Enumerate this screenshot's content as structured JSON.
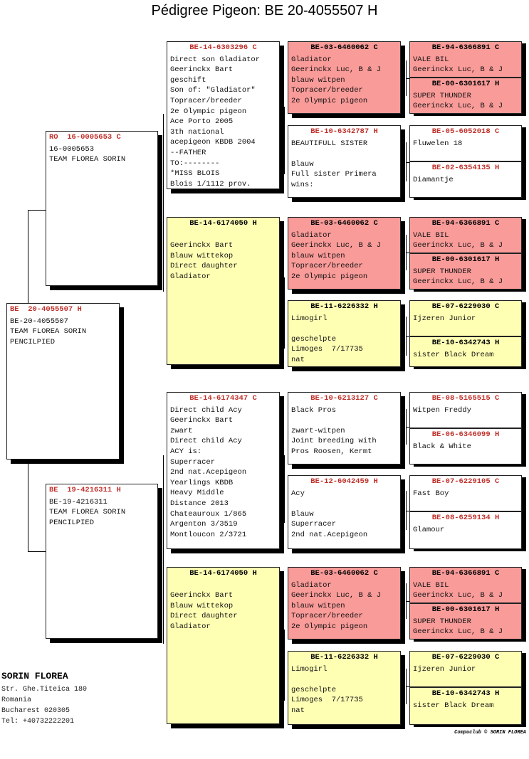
{
  "title": "Pédigree Pigeon: BE  20-4055507 H",
  "owner": {
    "name": "SORIN FLOREA",
    "lines": [
      "Str. Ghe.Titeica 180",
      "Romania",
      "Bucharest 020305",
      "Tel: +40732222201"
    ]
  },
  "copyright": "Compuclub © SORIN FLOREA",
  "colors": {
    "red_card": "#f99b99",
    "yellow_card": "#ffffb4",
    "header_red": "#c0302a"
  },
  "cards": [
    {
      "header": "BE  20-4055507 H",
      "color": "white",
      "lines": [
        "BE-20-4055507",
        "TEAM FLOREA SORIN",
        "PENCILPIED"
      ]
    },
    {
      "header": "RO  16-0005653 C",
      "color": "white",
      "lines": [
        "16-0005653",
        "TEAM FLOREA SORIN"
      ]
    },
    {
      "header": "BE  19-4216311 H",
      "color": "white",
      "lines": [
        "BE-19-4216311",
        "TEAM FLOREA SORIN",
        "PENCILPIED"
      ]
    },
    {
      "header": "BE-14-6303296 C",
      "color": "white",
      "lines": [
        "Direct son Gladiator",
        "Geerinckx Bart",
        "geschift",
        "Son of: \"Gladiator\"",
        "Topracer/breeder",
        "2e Olympic pigeon",
        "Ace Porto 2005",
        "3th national",
        "acepigeon KBDB 2004",
        "--FATHER",
        "TO:--------",
        "*MISS BLOIS",
        "Blois 1/1112 prov."
      ]
    },
    {
      "header": "BE-14-6174050 H",
      "color": "yellow",
      "lines": [
        "",
        "Geerinckx Bart",
        "Blauw wittekop",
        "Direct daughter",
        "Gladiator"
      ]
    },
    {
      "header": "BE-14-6174347 C",
      "color": "white",
      "lines": [
        "Direct child Acy",
        "Geerinckx Bart",
        "zwart",
        "Direct child Acy",
        "ACY is:",
        "Superracer",
        "2nd nat.Acepigeon",
        "Yearlings KBDB",
        "Heavy Middle",
        "Distance 2013",
        "Chateauroux 1/865",
        "Argenton 3/3519",
        "Montloucon 2/3721"
      ]
    },
    {
      "header": "BE-14-6174050 H",
      "color": "yellow",
      "lines": [
        "",
        "Geerinckx Bart",
        "Blauw wittekop",
        "Direct daughter",
        "Gladiator"
      ]
    },
    {
      "header": "BE-03-6460062 C",
      "color": "red",
      "lines": [
        "Gladiator",
        "Geerinckx Luc, B & J",
        "blauw witpen",
        "Topracer/breeder",
        "2e Olympic pigeon"
      ]
    },
    {
      "header": "BE-10-6342787 H",
      "color": "white",
      "lines": [
        "BEAUTIFULL SISTER",
        "",
        "Blauw",
        "Full sister Primera",
        "wins:"
      ]
    },
    {
      "header": "BE-03-6460062 C",
      "color": "red",
      "lines": [
        "Gladiator",
        "Geerinckx Luc, B & J",
        "blauw witpen",
        "Topracer/breeder",
        "2e Olympic pigeon"
      ]
    },
    {
      "header": "BE-11-6226332 H",
      "color": "yellow",
      "lines": [
        "Limogirl",
        "",
        "geschelpte",
        "Limoges  7/17735",
        "nat"
      ]
    },
    {
      "header": "BE-10-6213127 C",
      "color": "white",
      "lines": [
        "Black Pros",
        "",
        "zwart-witpen",
        "Joint breeding with",
        "Pros Roosen, Kermt"
      ]
    },
    {
      "header": "BE-12-6042459 H",
      "color": "white",
      "lines": [
        "Acy",
        "",
        "Blauw",
        "Superracer",
        "2nd nat.Acepigeon"
      ]
    },
    {
      "header": "BE-03-6460062 C",
      "color": "red",
      "lines": [
        "Gladiator",
        "Geerinckx Luc, B & J",
        "blauw witpen",
        "Topracer/breeder",
        "2e Olympic pigeon"
      ]
    },
    {
      "header": "BE-11-6226332 H",
      "color": "yellow",
      "lines": [
        "Limogirl",
        "",
        "geschelpte",
        "Limoges  7/17735",
        "nat"
      ]
    },
    {
      "header": "BE-94-6366891 C",
      "color": "red",
      "lines": [
        "VALE BIL",
        "Geerinckx Luc, B & J"
      ]
    },
    {
      "header": "BE-00-6301617 H",
      "color": "red",
      "lines": [
        "SUPER THUNDER",
        "Geerinckx Luc, B & J"
      ]
    },
    {
      "header": "BE-05-6052018 C",
      "color": "white",
      "lines": [
        "Fluwelen 18"
      ]
    },
    {
      "header": "BE-02-6354135 H",
      "color": "white",
      "lines": [
        "Diamantje"
      ]
    },
    {
      "header": "BE-94-6366891 C",
      "color": "red",
      "lines": [
        "VALE BIL",
        "Geerinckx Luc, B & J"
      ]
    },
    {
      "header": "BE-00-6301617 H",
      "color": "red",
      "lines": [
        "SUPER THUNDER",
        "Geerinckx Luc, B & J"
      ]
    },
    {
      "header": "BE-07-6229030 C",
      "color": "yellow",
      "lines": [
        "Ijzeren Junior"
      ]
    },
    {
      "header": "BE-10-6342743 H",
      "color": "yellow",
      "lines": [
        "sister Black Dream"
      ]
    },
    {
      "header": "BE-08-5165515 C",
      "color": "white",
      "lines": [
        "Witpen Freddy"
      ]
    },
    {
      "header": "BE-06-6346099 H",
      "color": "white",
      "lines": [
        "Black & White"
      ]
    },
    {
      "header": "BE-07-6229105 C",
      "color": "white",
      "lines": [
        "Fast Boy"
      ]
    },
    {
      "header": "BE-08-6259134 H",
      "color": "white",
      "lines": [
        "Glamour"
      ]
    },
    {
      "header": "BE-94-6366891 C",
      "color": "red",
      "lines": [
        "VALE BIL",
        "Geerinckx Luc, B & J"
      ]
    },
    {
      "header": "BE-00-6301617 H",
      "color": "red",
      "lines": [
        "SUPER THUNDER",
        "Geerinckx Luc, B & J"
      ]
    },
    {
      "header": "BE-07-6229030 C",
      "color": "yellow",
      "lines": [
        "Ijzeren Junior"
      ]
    },
    {
      "header": "BE-10-6342743 H",
      "color": "yellow",
      "lines": [
        "sister Black Dream"
      ]
    }
  ]
}
